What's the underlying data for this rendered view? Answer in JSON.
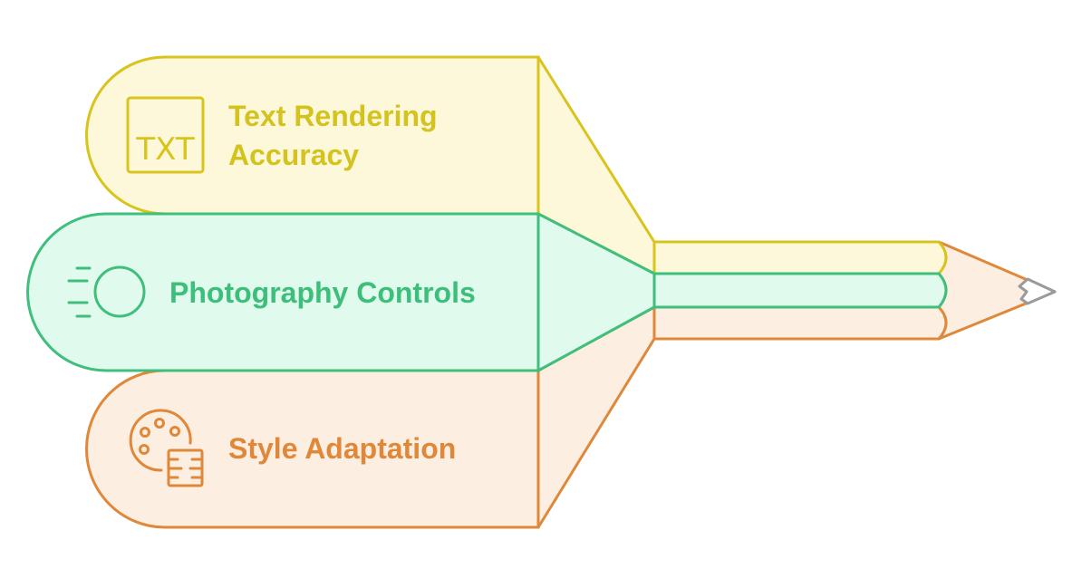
{
  "items": [
    {
      "lines": [
        "Text Rendering",
        "Accuracy"
      ],
      "icon": "text-txt-icon",
      "icon_text": "TXT",
      "stroke": "#d9c31d",
      "fill": "#fdf8d9"
    },
    {
      "lines": [
        "Photography Controls"
      ],
      "icon": "camera-shutter-speed-icon",
      "stroke": "#3fbe7c",
      "fill": "#e0fbee"
    },
    {
      "lines": [
        "Style Adaptation"
      ],
      "icon": "palette-style-icon",
      "stroke": "#e0883a",
      "fill": "#fdeee2"
    }
  ],
  "pencil": {
    "tip_color": "#9a9a9a"
  }
}
